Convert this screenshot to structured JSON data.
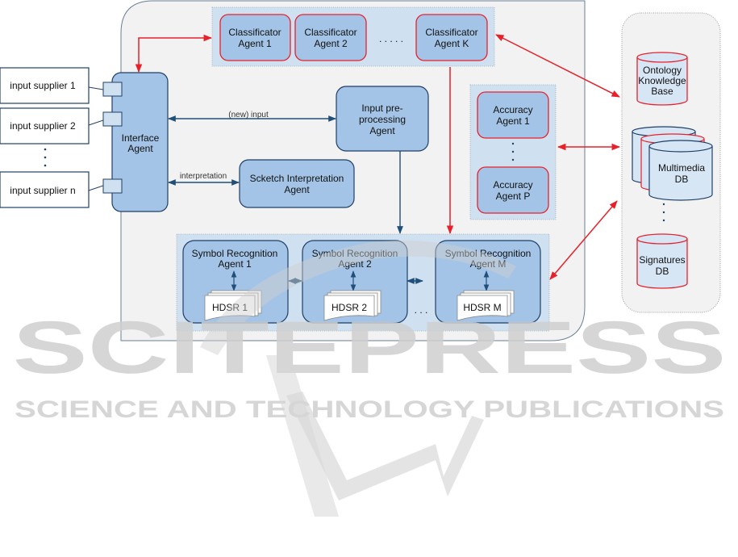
{
  "diagram": {
    "input_suppliers": [
      "input supplier 1",
      "input supplier 2",
      "input supplier n"
    ],
    "interface_agent": [
      "Interface",
      "Agent"
    ],
    "classificators": [
      [
        "Classificator",
        "Agent 1"
      ],
      [
        "Classificator",
        "Agent 2"
      ],
      [
        "Classificator",
        "Agent K"
      ]
    ],
    "preprocessing_agent": [
      "Input pre-",
      "processing",
      "Agent"
    ],
    "sketch_agent": [
      "Scketch Interpretation",
      "Agent"
    ],
    "accuracy_agents": [
      [
        "Accuracy",
        "Agent 1"
      ],
      [
        "Accuracy",
        "Agent P"
      ]
    ],
    "symbol_agents": [
      {
        "title": [
          "Symbol Recognition",
          "Agent 1"
        ],
        "hdsr": "HDSR 1"
      },
      {
        "title": [
          "Symbol Recognition",
          "Agent 2"
        ],
        "hdsr": "HDSR 2"
      },
      {
        "title": [
          "Symbol Recognition",
          "Agent M"
        ],
        "hdsr": "HDSR M"
      }
    ],
    "databases": {
      "ontology": [
        "Ontology",
        "Knowledge",
        "Base"
      ],
      "multimedia": [
        "Multimedia",
        "DB"
      ],
      "signatures": [
        "Signatures",
        "DB"
      ]
    },
    "edge_labels": {
      "new_input": "(new) input",
      "interpretation": "interpretation"
    },
    "ellipsis_h": ". . . . .",
    "ellipsis_short": ". . .",
    "colors": {
      "agent_fill": "#a3c4e6",
      "agent_stroke": "#1f3f66",
      "red_stroke": "#e8202a",
      "group_fill": "#cfe0f1",
      "panel_fill": "#f2f2f2",
      "db_fill": "#d7e6f5"
    }
  },
  "watermark": {
    "big": "SCITEPRESS",
    "small": "SCIENCE AND TECHNOLOGY PUBLICATIONS"
  }
}
